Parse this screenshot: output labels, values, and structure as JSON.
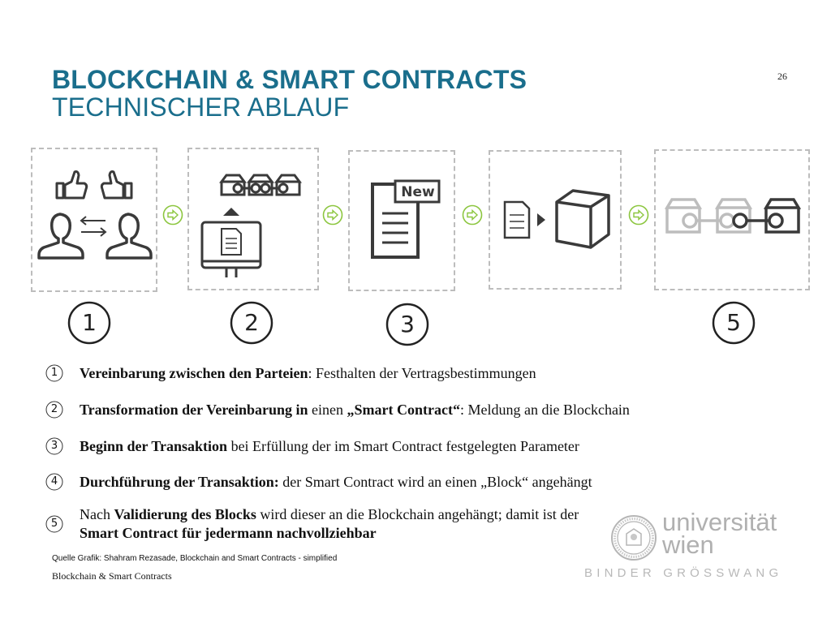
{
  "header": {
    "title": "BLOCKCHAIN & SMART CONTRACTS",
    "subtitle": "TECHNISCHER ABLAUF",
    "page_number": "26"
  },
  "diagram": {
    "new_label": "New",
    "step_numbers": [
      "1",
      "2",
      "3",
      "5"
    ],
    "accent_color": "#8cc63f",
    "icon_color": "#3a3a3a",
    "faded_icon_color": "#bdbdbd"
  },
  "steps": [
    {
      "number": "1",
      "bold": "Vereinbarung zwischen den Parteien",
      "rest": ": Festhalten der Vertragsbestimmungen"
    },
    {
      "number": "2",
      "bold": "Transformation der Vereinbarung in",
      "mid": " einen ",
      "bold2": "„Smart Contract“",
      "rest": ": Meldung an die Blockchain"
    },
    {
      "number": "3",
      "bold": "Beginn der Transaktion",
      "rest": " bei Erfüllung der im Smart Contract festgelegten Parameter"
    },
    {
      "number": "4",
      "bold": "Durchführung der Transaktion:",
      "rest": " der Smart Contract wird an einen „Block“ angehängt"
    },
    {
      "number": "5",
      "pre": "Nach ",
      "bold": "Validierung des Blocks",
      "rest": " wird dieser an die Blockchain angehängt; damit ist der",
      "line2": "Smart Contract für jedermann nachvollziehbar"
    }
  ],
  "source": "Quelle Grafik: Shahram Rezasade, Blockchain and Smart Contracts - simplified",
  "footer": {
    "left": "Blockchain & Smart Contracts",
    "logo_line1": "universität",
    "logo_line2": "wien",
    "partner": "BINDER GRÖSSWANG"
  }
}
